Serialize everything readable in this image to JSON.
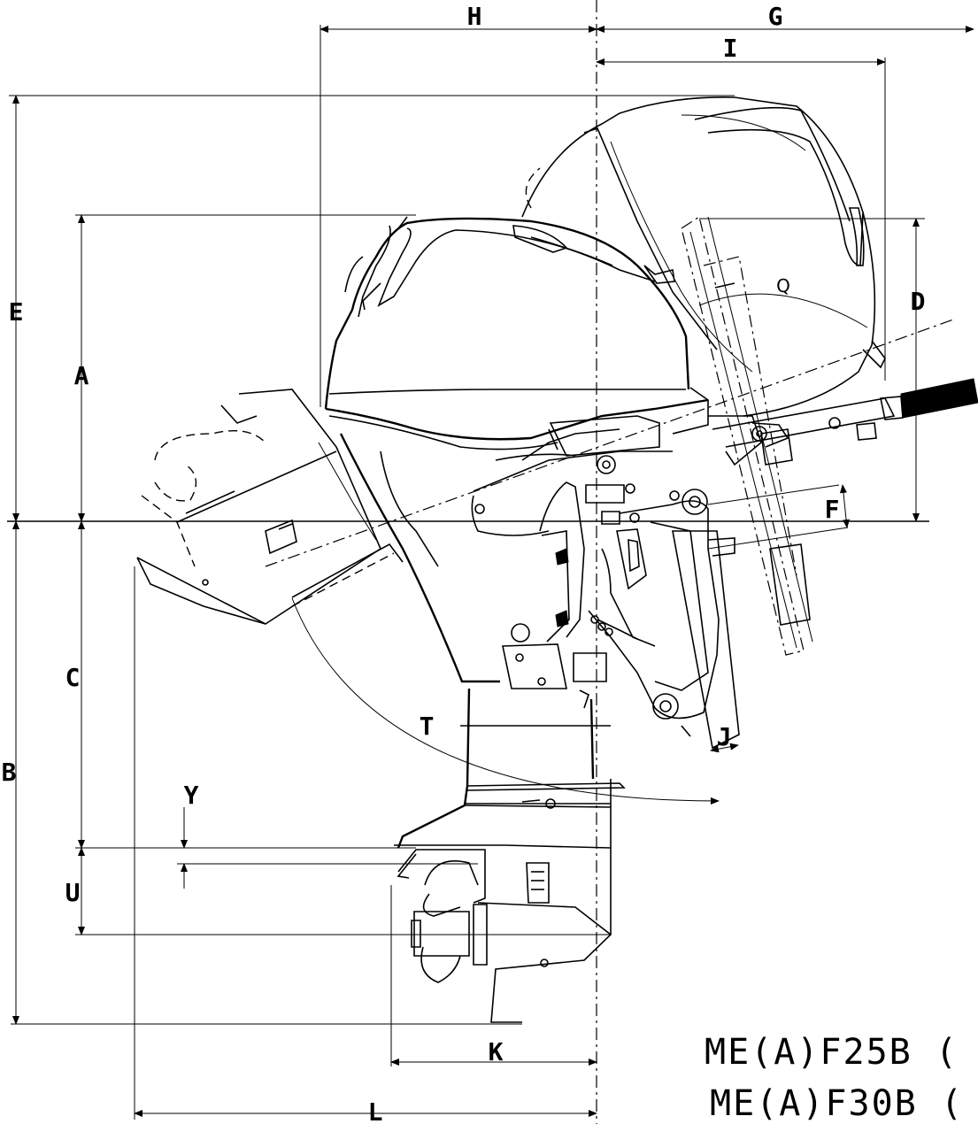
{
  "labels": {
    "H": "H",
    "G": "G",
    "I": "I",
    "E": "E",
    "A": "A",
    "D": "D",
    "F": "F",
    "C": "C",
    "B": "B",
    "T": "T",
    "J": "J",
    "Y": "Y",
    "U": "U",
    "K": "K",
    "L": "L",
    "Q": "Q"
  },
  "models": [
    "ME(A)F25B (",
    "ME(A)F30B ("
  ],
  "colors": {
    "line": "#000000",
    "background": "#ffffff"
  }
}
